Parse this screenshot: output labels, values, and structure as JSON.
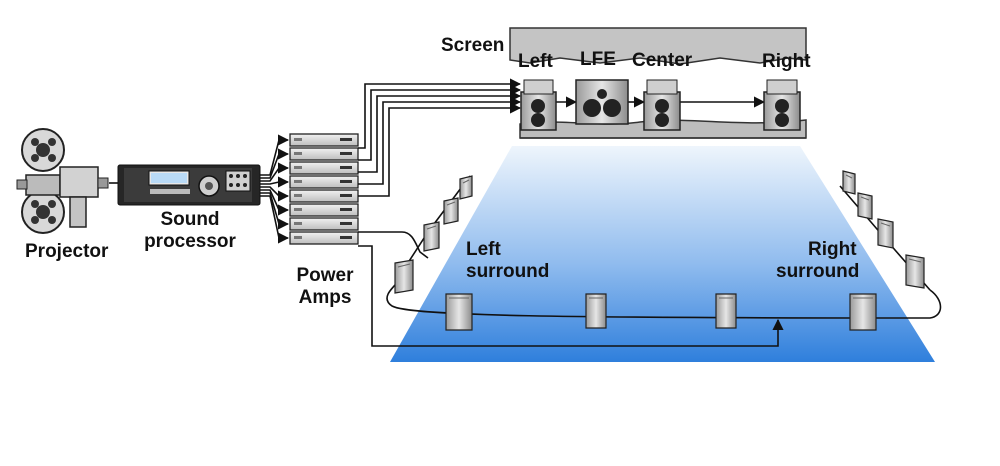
{
  "labels": {
    "projector": "Projector",
    "sound_processor_line1": "Sound",
    "sound_processor_line2": "processor",
    "power_amps_line1": "Power",
    "power_amps_line2": "Amps",
    "screen": "Screen",
    "left": "Left",
    "lfe": "LFE",
    "center": "Center",
    "right": "Right",
    "left_surround_line1": "Left",
    "left_surround_line2": "surround",
    "right_surround_line1": "Right",
    "right_surround_line2": "surround"
  },
  "colors": {
    "floor_top": "#e6f1fb",
    "floor_bottom": "#2f7fdc",
    "equipment": "#c8c8c8",
    "equipment_dark": "#2a2a2a",
    "screen": "#bdbdbd",
    "wire": "#111111"
  }
}
